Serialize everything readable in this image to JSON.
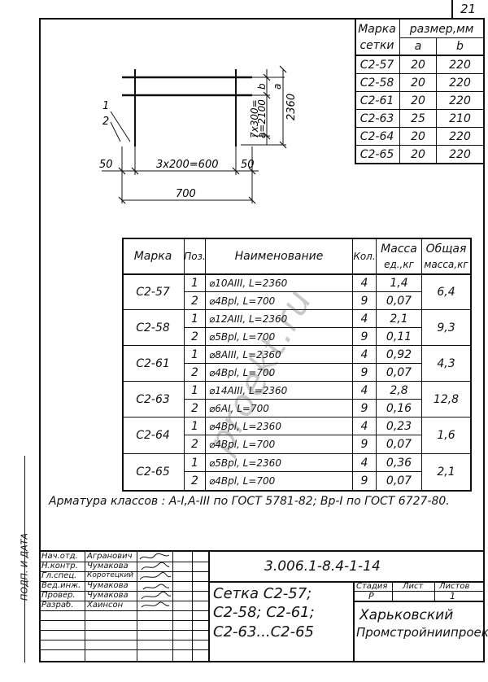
{
  "page_number": "21",
  "mesh_table": {
    "headers": [
      "Марка сетки",
      "размер,мм"
    ],
    "header_line1": "Марка",
    "header_line2": "сетки",
    "sub_a": "a",
    "sub_b": "b",
    "rows": [
      {
        "mark": "С2-57",
        "a": "20",
        "b": "220"
      },
      {
        "mark": "С2-58",
        "a": "20",
        "b": "220"
      },
      {
        "mark": "С2-61",
        "a": "20",
        "b": "220"
      },
      {
        "mark": "С2-63",
        "a": "25",
        "b": "210"
      },
      {
        "mark": "С2-64",
        "a": "20",
        "b": "220"
      },
      {
        "mark": "С2-65",
        "a": "20",
        "b": "220"
      }
    ]
  },
  "drawing": {
    "pos1": "1",
    "pos2": "2",
    "dim_50_left": "50",
    "dim_mid": "3x200=600",
    "dim_50_right": "50",
    "dim_total": "700",
    "dim_vert1": "7x300=",
    "dim_vert2": "a=2100",
    "dim_b": "b",
    "dim_a": "a",
    "dim_height": "2360"
  },
  "spec": {
    "headers": {
      "mark": "Марка",
      "pos": "Поз.",
      "name": "Наименование",
      "qty": "Кол.",
      "mass_unit_1": "Масса",
      "mass_unit_2": "ед.,кг",
      "mass_total_1": "Общая",
      "mass_total_2": "масса,кг"
    },
    "groups": [
      {
        "mark": "С2-57",
        "total": "6,4",
        "items": [
          {
            "pos": "1",
            "name": "⌀10АIII, L=2360",
            "qty": "4",
            "mass": "1,4"
          },
          {
            "pos": "2",
            "name": "⌀4Врl, L=700",
            "qty": "9",
            "mass": "0,07"
          }
        ]
      },
      {
        "mark": "С2-58",
        "total": "9,3",
        "items": [
          {
            "pos": "1",
            "name": "⌀12АIII, L=2360",
            "qty": "4",
            "mass": "2,1"
          },
          {
            "pos": "2",
            "name": "⌀5Врl, L=700",
            "qty": "9",
            "mass": "0,11"
          }
        ]
      },
      {
        "mark": "С2-61",
        "total": "4,3",
        "items": [
          {
            "pos": "1",
            "name": "⌀8АIII, L=2360",
            "qty": "4",
            "mass": "0,92"
          },
          {
            "pos": "2",
            "name": "⌀4Врl, L=700",
            "qty": "9",
            "mass": "0,07"
          }
        ]
      },
      {
        "mark": "С2-63",
        "total": "12,8",
        "items": [
          {
            "pos": "1",
            "name": "⌀14АIII, L=2360",
            "qty": "4",
            "mass": "2,8"
          },
          {
            "pos": "2",
            "name": "⌀6АI,  L=700",
            "qty": "9",
            "mass": "0,16"
          }
        ]
      },
      {
        "mark": "С2-64",
        "total": "1,6",
        "items": [
          {
            "pos": "1",
            "name": "⌀4Врl, L=2360",
            "qty": "4",
            "mass": "0,23"
          },
          {
            "pos": "2",
            "name": "⌀4Врl, L=700",
            "qty": "9",
            "mass": "0,07"
          }
        ]
      },
      {
        "mark": "С2-65",
        "total": "2,1",
        "items": [
          {
            "pos": "1",
            "name": "⌀5Врl, L=2360",
            "qty": "4",
            "mass": "0,36"
          },
          {
            "pos": "2",
            "name": "⌀4Врl, L=700",
            "qty": "9",
            "mass": "0,07"
          }
        ]
      }
    ]
  },
  "note": "Арматура классов : А-I,А-III по ГОСТ 5781-82; Вр-I по ГОСТ 6727-80.",
  "watermark": "proekt.ru",
  "side_stamp": "ПОДП. И ДАТА",
  "title_block": {
    "roles": [
      {
        "role": "Нач.отд.",
        "name": "Агранович"
      },
      {
        "role": "Н.контр.",
        "name": "Чумакова"
      },
      {
        "role": "Гл.спец.",
        "name": "Коротецкий"
      },
      {
        "role": "Вед.инж.",
        "name": "Чумакова"
      },
      {
        "role": "Провер.",
        "name": "Чумакова"
      },
      {
        "role": "Разраб.",
        "name": "Хаинсон"
      }
    ],
    "code": "3.006.1-8.4-1-14",
    "title_line1": "Сетка  С2-57;",
    "title_line2": "С2-58;  С2-61;",
    "title_line3": "С2-63...С2-65",
    "stage_label": "Стадия",
    "sheet_label": "Лист",
    "sheets_label": "Листов",
    "stage": "Р",
    "sheet": "1",
    "org1": "Харьковский",
    "org2": "Промстройниипроект"
  }
}
